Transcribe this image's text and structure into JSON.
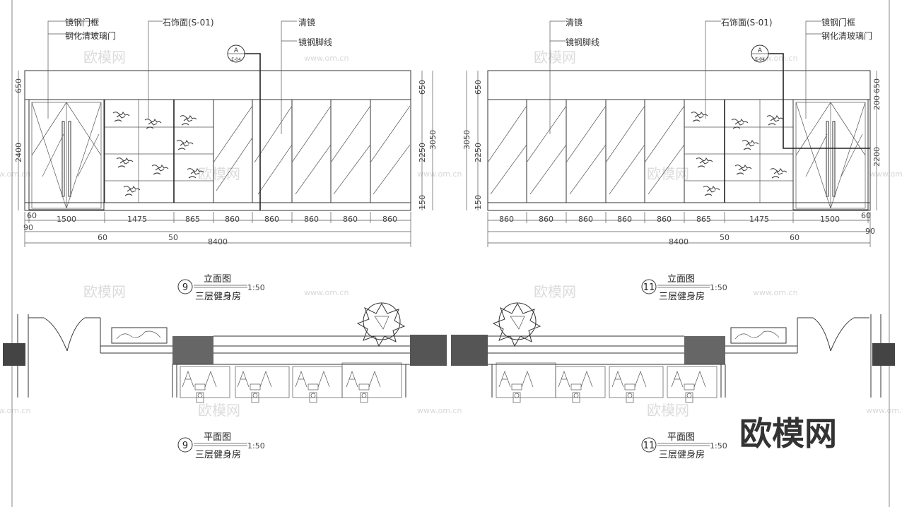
{
  "left": {
    "callouts": [
      "镜钢门框",
      "钢化清玻璃门",
      "石饰面(S-01)",
      "清镜",
      "镜钢脚线"
    ],
    "section_mark": {
      "letter": "A",
      "sheet": "E-04"
    },
    "dims_bottom": [
      "60",
      "90",
      "1500",
      "1475",
      "865",
      "860",
      "860",
      "860",
      "860",
      "860"
    ],
    "dims_below": [
      "60",
      "50",
      "8400"
    ],
    "dims_left": [
      "650",
      "2400"
    ],
    "dims_right": [
      "650",
      "2250",
      "3050",
      "150"
    ],
    "title": {
      "number": "9",
      "name": "立面图",
      "scale": "1:50",
      "room": "三层健身房"
    },
    "plan_title": {
      "number": "9",
      "name": "平面图",
      "scale": "1:50",
      "room": "三层健身房"
    }
  },
  "right": {
    "callouts": [
      "清镜",
      "镜钢脚线",
      "石饰面(S-01)",
      "镜钢门框",
      "钢化清玻璃门"
    ],
    "section_mark": {
      "letter": "A",
      "sheet": "E-04"
    },
    "dims_bottom": [
      "860",
      "860",
      "860",
      "860",
      "860",
      "865",
      "1475",
      "1500",
      "60",
      "90"
    ],
    "dims_below": [
      "50",
      "60",
      "8400"
    ],
    "dims_left": [
      "650",
      "2250",
      "3050",
      "150"
    ],
    "dims_right": [
      "650",
      "200",
      "2200"
    ],
    "title": {
      "number": "11",
      "name": "立面图",
      "scale": "1:50",
      "room": "三层健身房"
    },
    "plan_title": {
      "number": "11",
      "name": "平面图",
      "scale": "1:50",
      "room": "三层健身房"
    }
  },
  "watermark": {
    "brand": "欧模网",
    "url": "www.om.cn"
  }
}
